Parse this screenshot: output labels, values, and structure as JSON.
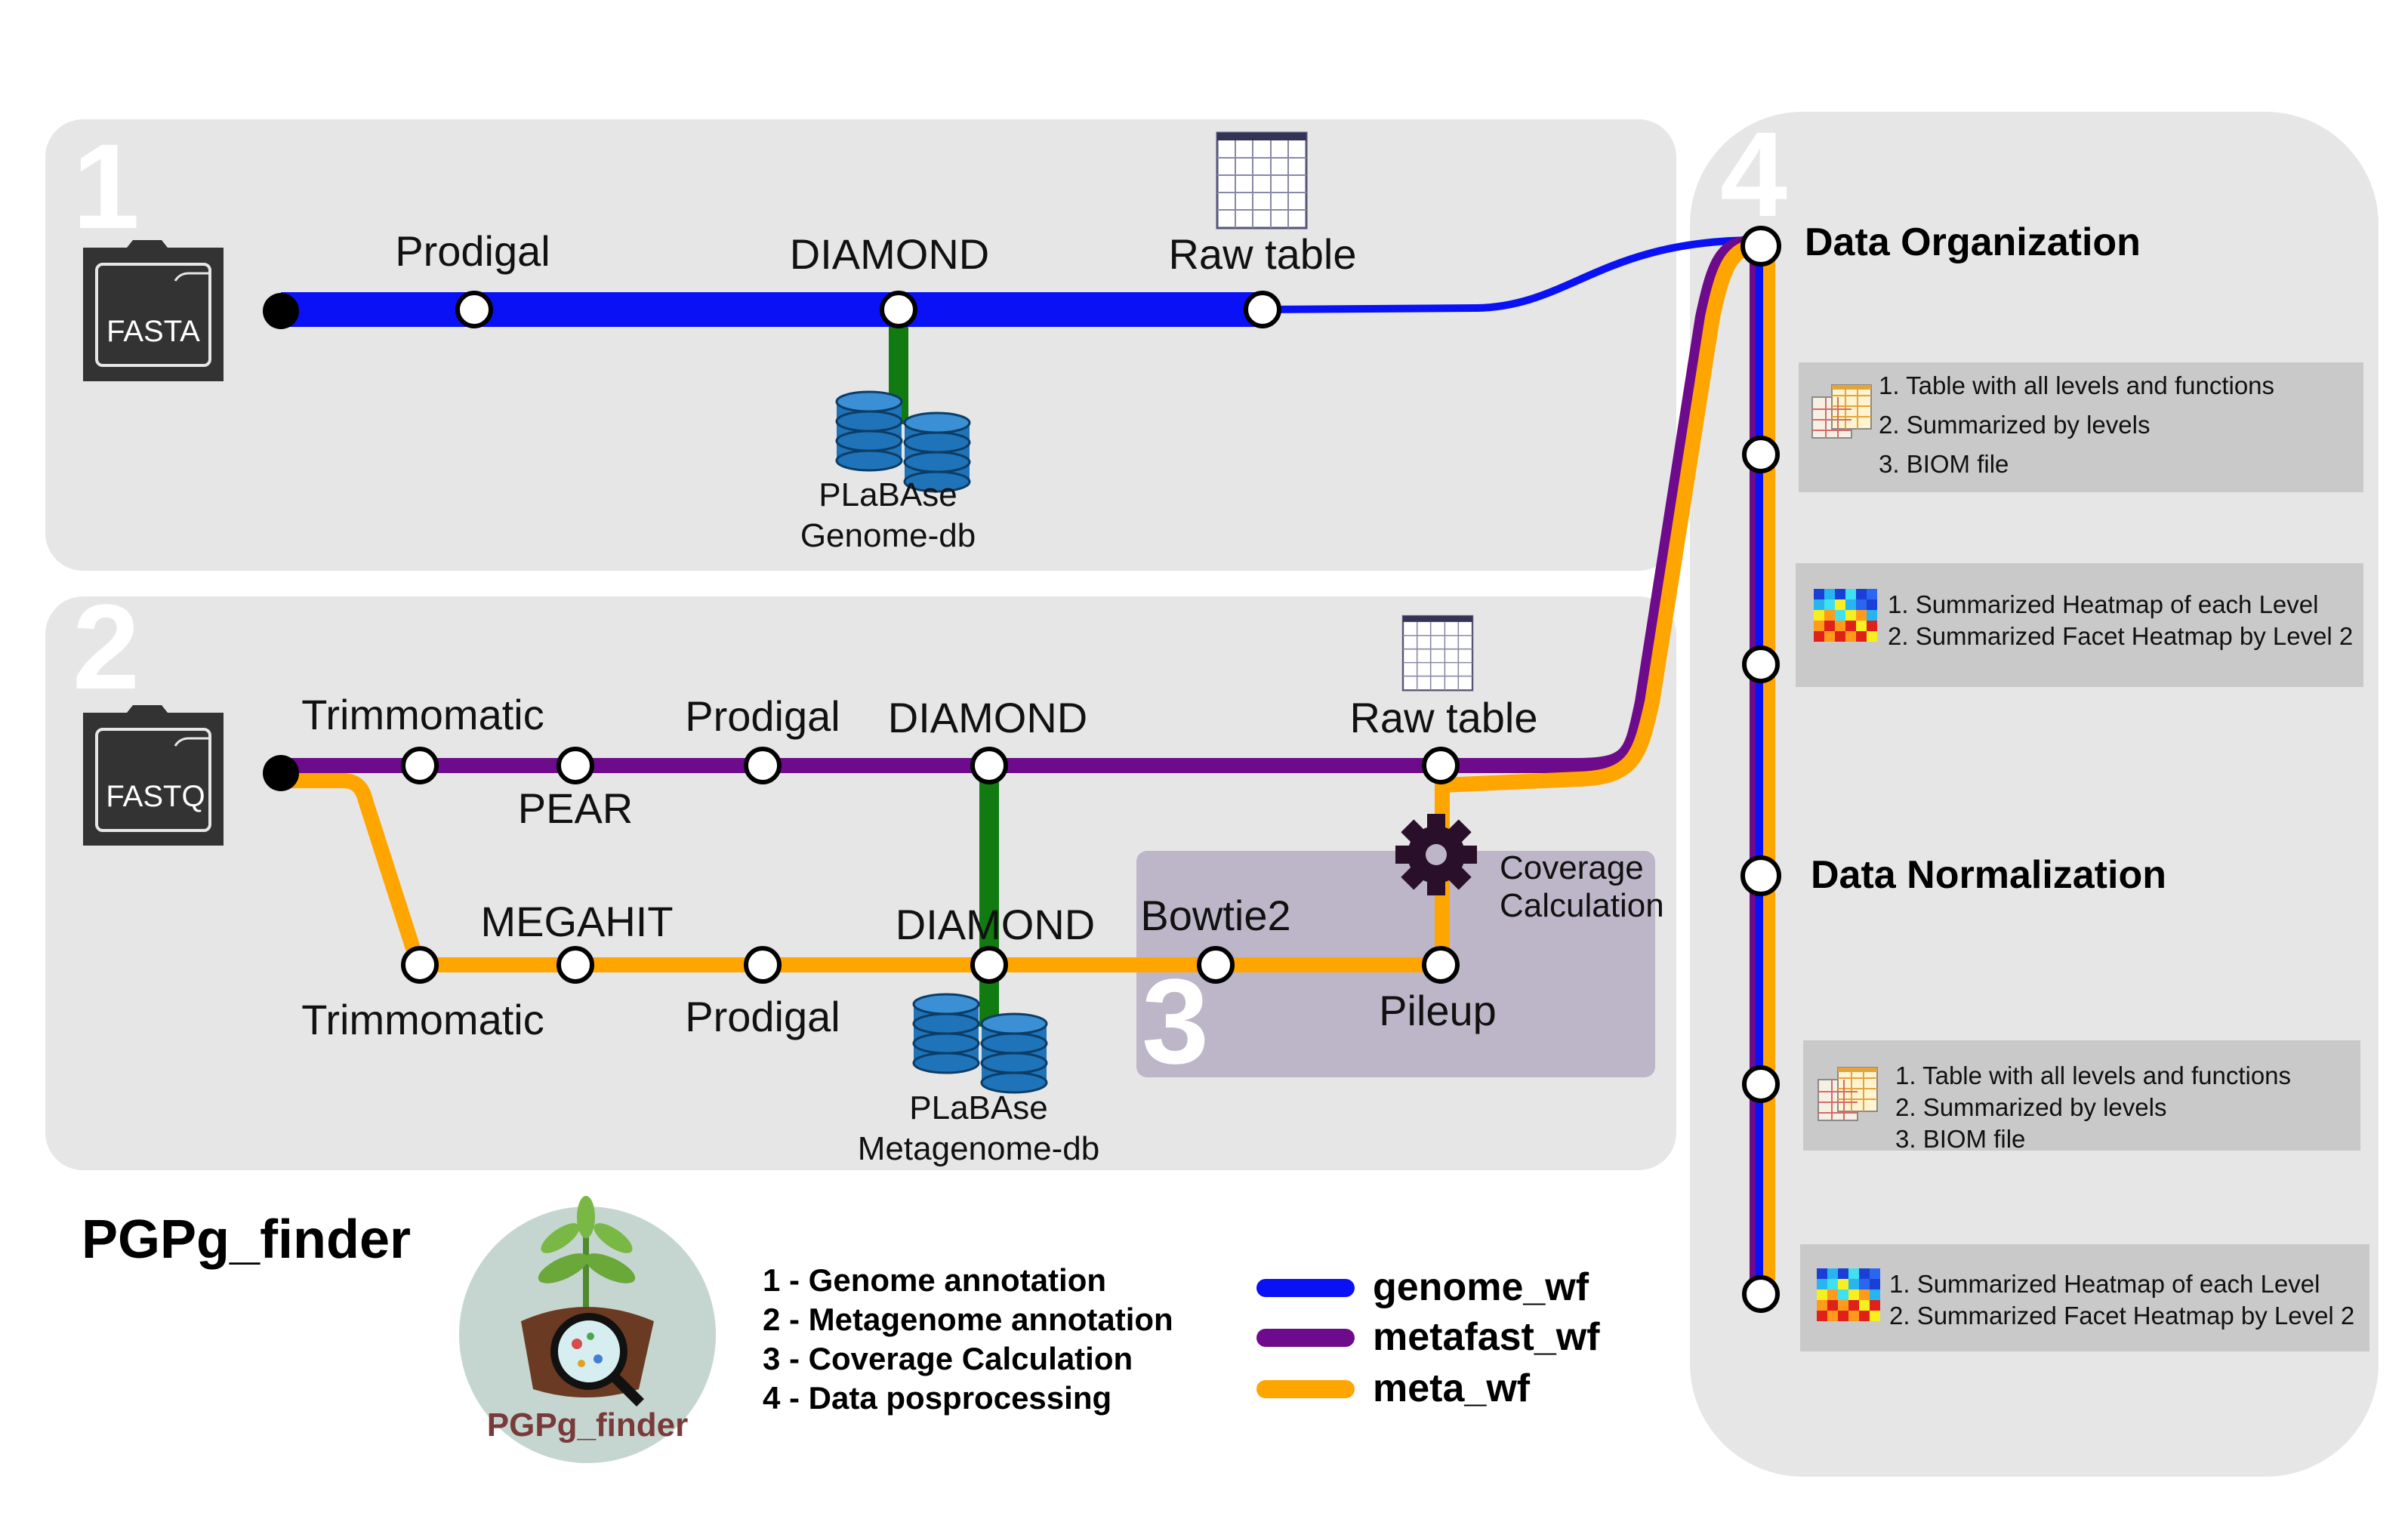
{
  "app_title": "PGPg_finder",
  "panels": {
    "p1": "1",
    "p2": "2",
    "p3": "3",
    "p4": "4"
  },
  "genome_line": {
    "input": "FASTA",
    "prodigal": "Prodigal",
    "diamond": "DIAMOND",
    "raw_table": "Raw table",
    "db_line1": "PLaBAse",
    "db_line2": "Genome-db"
  },
  "metagenome_line": {
    "input": "FASTQ",
    "trimmomatic_top": "Trimmomatic",
    "pear": "PEAR",
    "prodigal_top": "Prodigal",
    "diamond_top": "DIAMOND",
    "raw_table": "Raw table",
    "trimmomatic_bottom": "Trimmomatic",
    "megahit": "MEGAHIT",
    "prodigal_bottom": "Prodigal",
    "diamond_bottom": "DIAMOND",
    "bowtie2": "Bowtie2",
    "pileup": "Pileup",
    "coverage_line1": "Coverage",
    "coverage_line2": "Calculation",
    "db_line1": "PLaBAse",
    "db_line2": "Metagenome-db"
  },
  "postprocessing": {
    "organization_title": "Data Organization",
    "normalization_title": "Data Normalization",
    "tables_box_1": [
      "1. Table with all levels and functions",
      "2. Summarized by levels",
      "3. BIOM file"
    ],
    "heatmaps_box_1": [
      "1. Summarized Heatmap of each Level",
      "2. Summarized Facet Heatmap by Level 2"
    ],
    "tables_box_2": [
      "1. Table with all levels and functions",
      "2. Summarized by levels",
      "3. BIOM file"
    ],
    "heatmaps_box_2": [
      "1. Summarized Heatmap of each Level",
      "2. Summarized Facet Heatmap by Level 2"
    ]
  },
  "legend": {
    "steps": [
      "1 - Genome annotation",
      "2 - Metagenome annotation",
      "3 - Coverage Calculation",
      "4 - Data posprocessing"
    ],
    "workflows": [
      {
        "name": "genome_wf",
        "color": "#0a12f5"
      },
      {
        "name": "metafast_wf",
        "color": "#6e0a8c"
      },
      {
        "name": "meta_wf",
        "color": "#ffa500"
      }
    ]
  },
  "logo_text": "PGPg_finder",
  "colors": {
    "genome_wf": "#0a12f5",
    "metafast_wf": "#6e0a8c",
    "meta_wf": "#ffa500",
    "database_link": "#117a11",
    "panel_bg": "#e6e6e6",
    "coverage_panel_bg": "#bdb6c8",
    "info_box_bg": "#c9c9c9"
  }
}
